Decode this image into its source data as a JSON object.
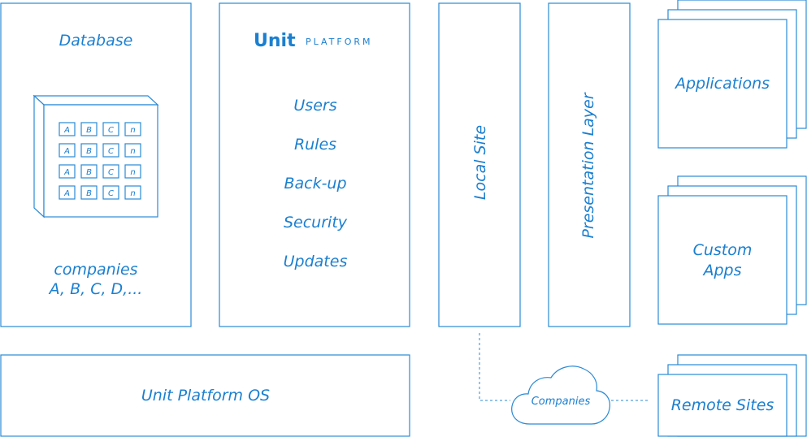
{
  "database": {
    "title": "Database",
    "grid_cells": [
      "A",
      "B",
      "C",
      "n"
    ],
    "grid_rows": 4,
    "companies_line1": "companies",
    "companies_line2": "A, B, C, D,..."
  },
  "platform": {
    "logo_main": "Unit",
    "logo_sub": "PLATFORM",
    "items": [
      "Users",
      "Rules",
      "Back-up",
      "Security",
      "Updates"
    ]
  },
  "local_site": {
    "label": "Local Site"
  },
  "presentation_layer": {
    "label": "Presentation Layer"
  },
  "applications": {
    "label": "Applications"
  },
  "custom_apps": {
    "line1": "Custom",
    "line2": "Apps"
  },
  "remote_sites": {
    "label": "Remote Sites"
  },
  "companies_cloud": {
    "label": "Companies"
  },
  "os": {
    "label": "Unit Platform OS"
  },
  "colors": {
    "accent": "#1a7fd0",
    "line": "#2a8ad6",
    "background": "#ffffff"
  }
}
